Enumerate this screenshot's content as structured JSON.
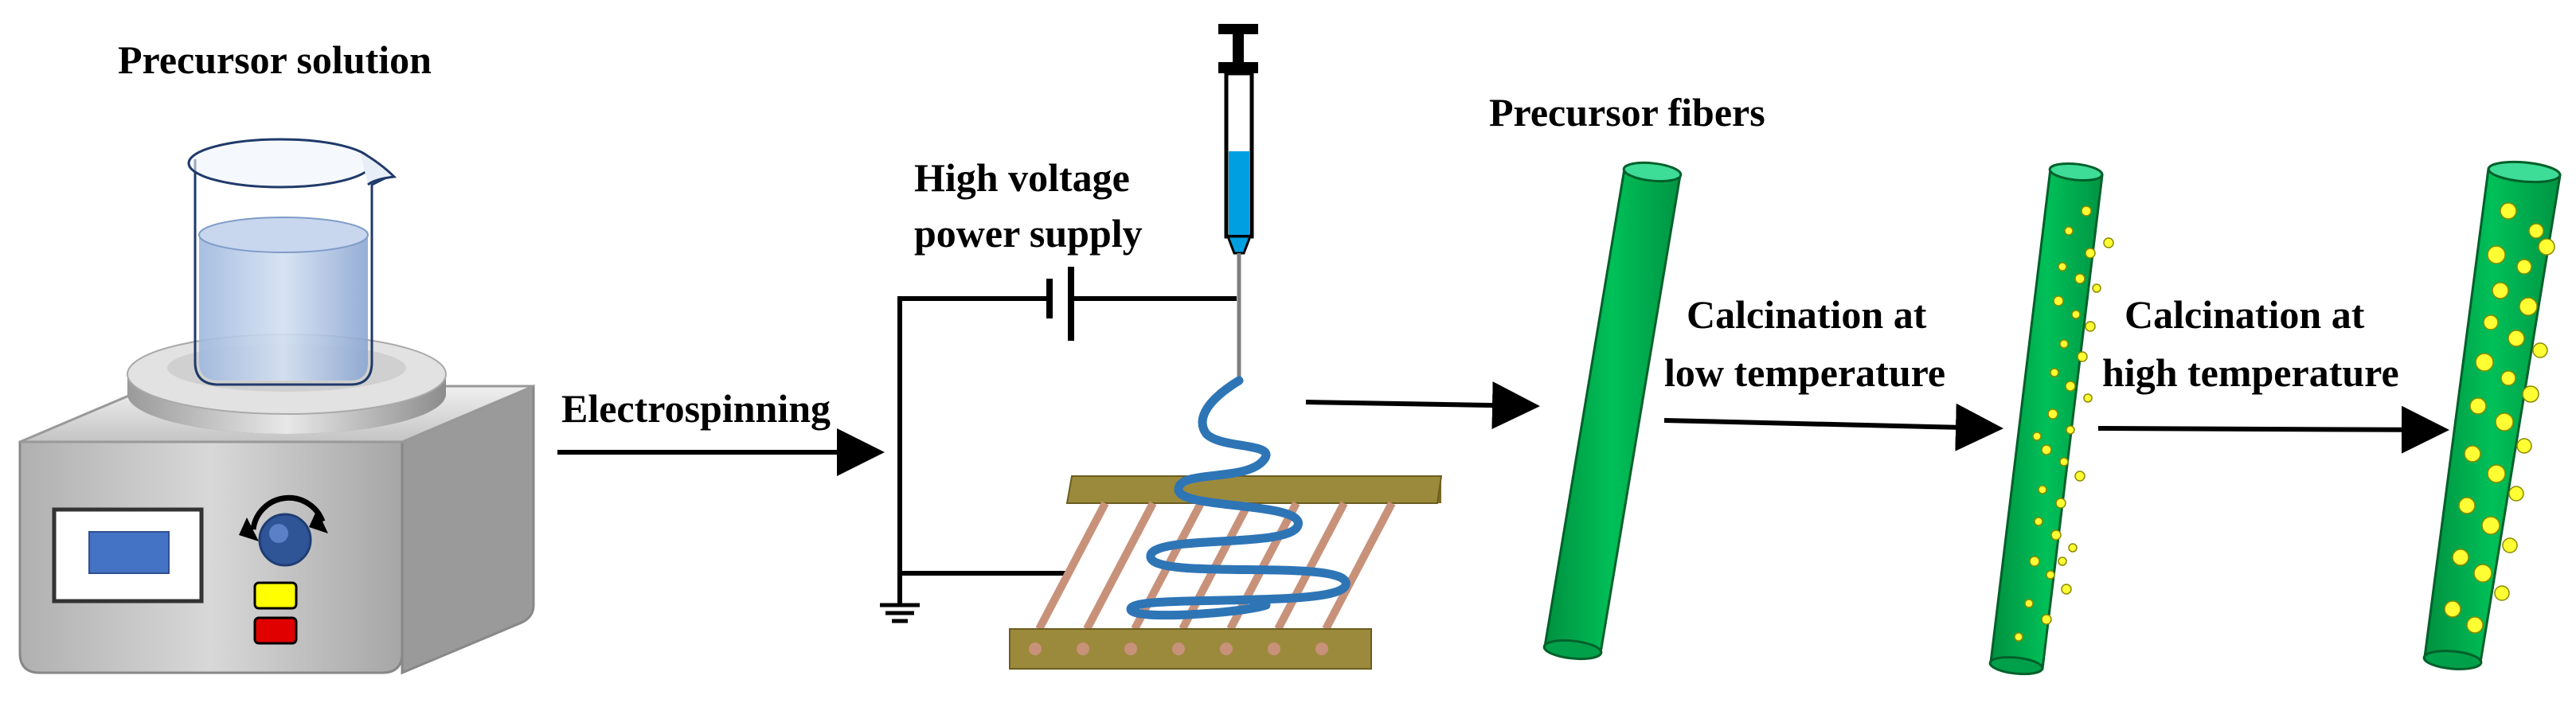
{
  "labels": {
    "precursor_solution": "Precursor solution",
    "electrospinning": "Electrospinning",
    "high_voltage_line1": "High voltage",
    "high_voltage_line2": "power supply",
    "precursor_fibers": "Precursor fibers",
    "calc_low_line1": "Calcination at",
    "calc_low_line2": "low temperature",
    "calc_high_line1": "Calcination at",
    "calc_high_line2": "high temperature"
  },
  "colors": {
    "fiber_green": "#00b050",
    "fiber_top": "#3ddc97",
    "particle_yellow": "#ffff33",
    "liquid_blue": "#00a0e0",
    "jet_blue": "#2e75b6",
    "collector_bar": "#9c8a3c",
    "collector_wire": "#c8927a",
    "display_blue": "#4472c4",
    "knob_blue": "#2f5597",
    "button_yellow": "#ffff00",
    "button_red": "#e00000"
  },
  "icons": {
    "stirrer": "magnetic-stirrer-hotplate",
    "beaker": "beaker-icon",
    "syringe": "syringe-icon",
    "collector": "collector-frame-icon",
    "ground": "ground-symbol-icon"
  }
}
